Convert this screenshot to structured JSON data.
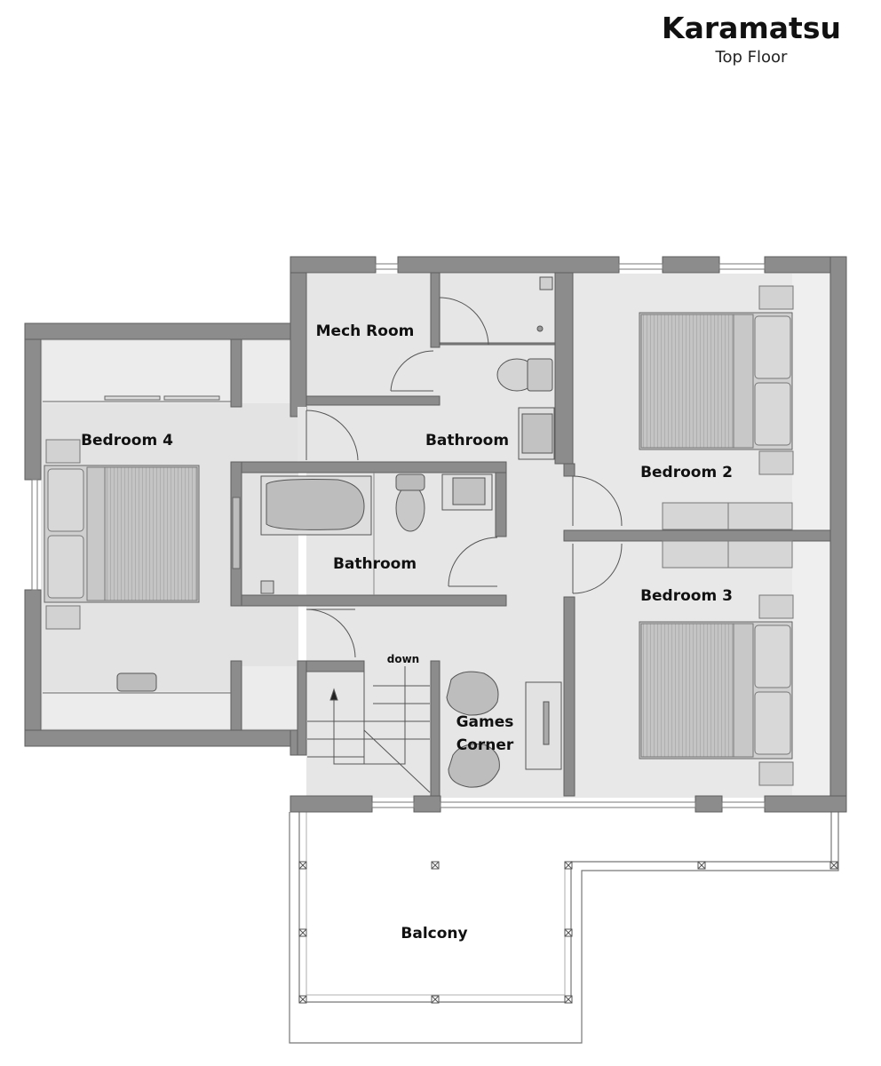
{
  "header": {
    "title": "Karamatsu",
    "subtitle": "Top Floor"
  },
  "rooms": {
    "mech_room": "Mech Room",
    "bathroom_upper": "Bathroom",
    "bedroom_4": "Bedroom 4",
    "bedroom_2": "Bedroom 2",
    "bathroom_lower": "Bathroom",
    "bedroom_3": "Bedroom 3",
    "games_corner_line1": "Games",
    "games_corner_line2": "Corner",
    "balcony": "Balcony"
  },
  "stairs": {
    "direction": "down"
  },
  "colors": {
    "wall": "#8c8c8c",
    "wall_stroke": "#5a5a5a",
    "floor": "#e4e4e4",
    "floor_light": "#ececec",
    "furniture": "#cfcfcf",
    "line": "#444444"
  }
}
